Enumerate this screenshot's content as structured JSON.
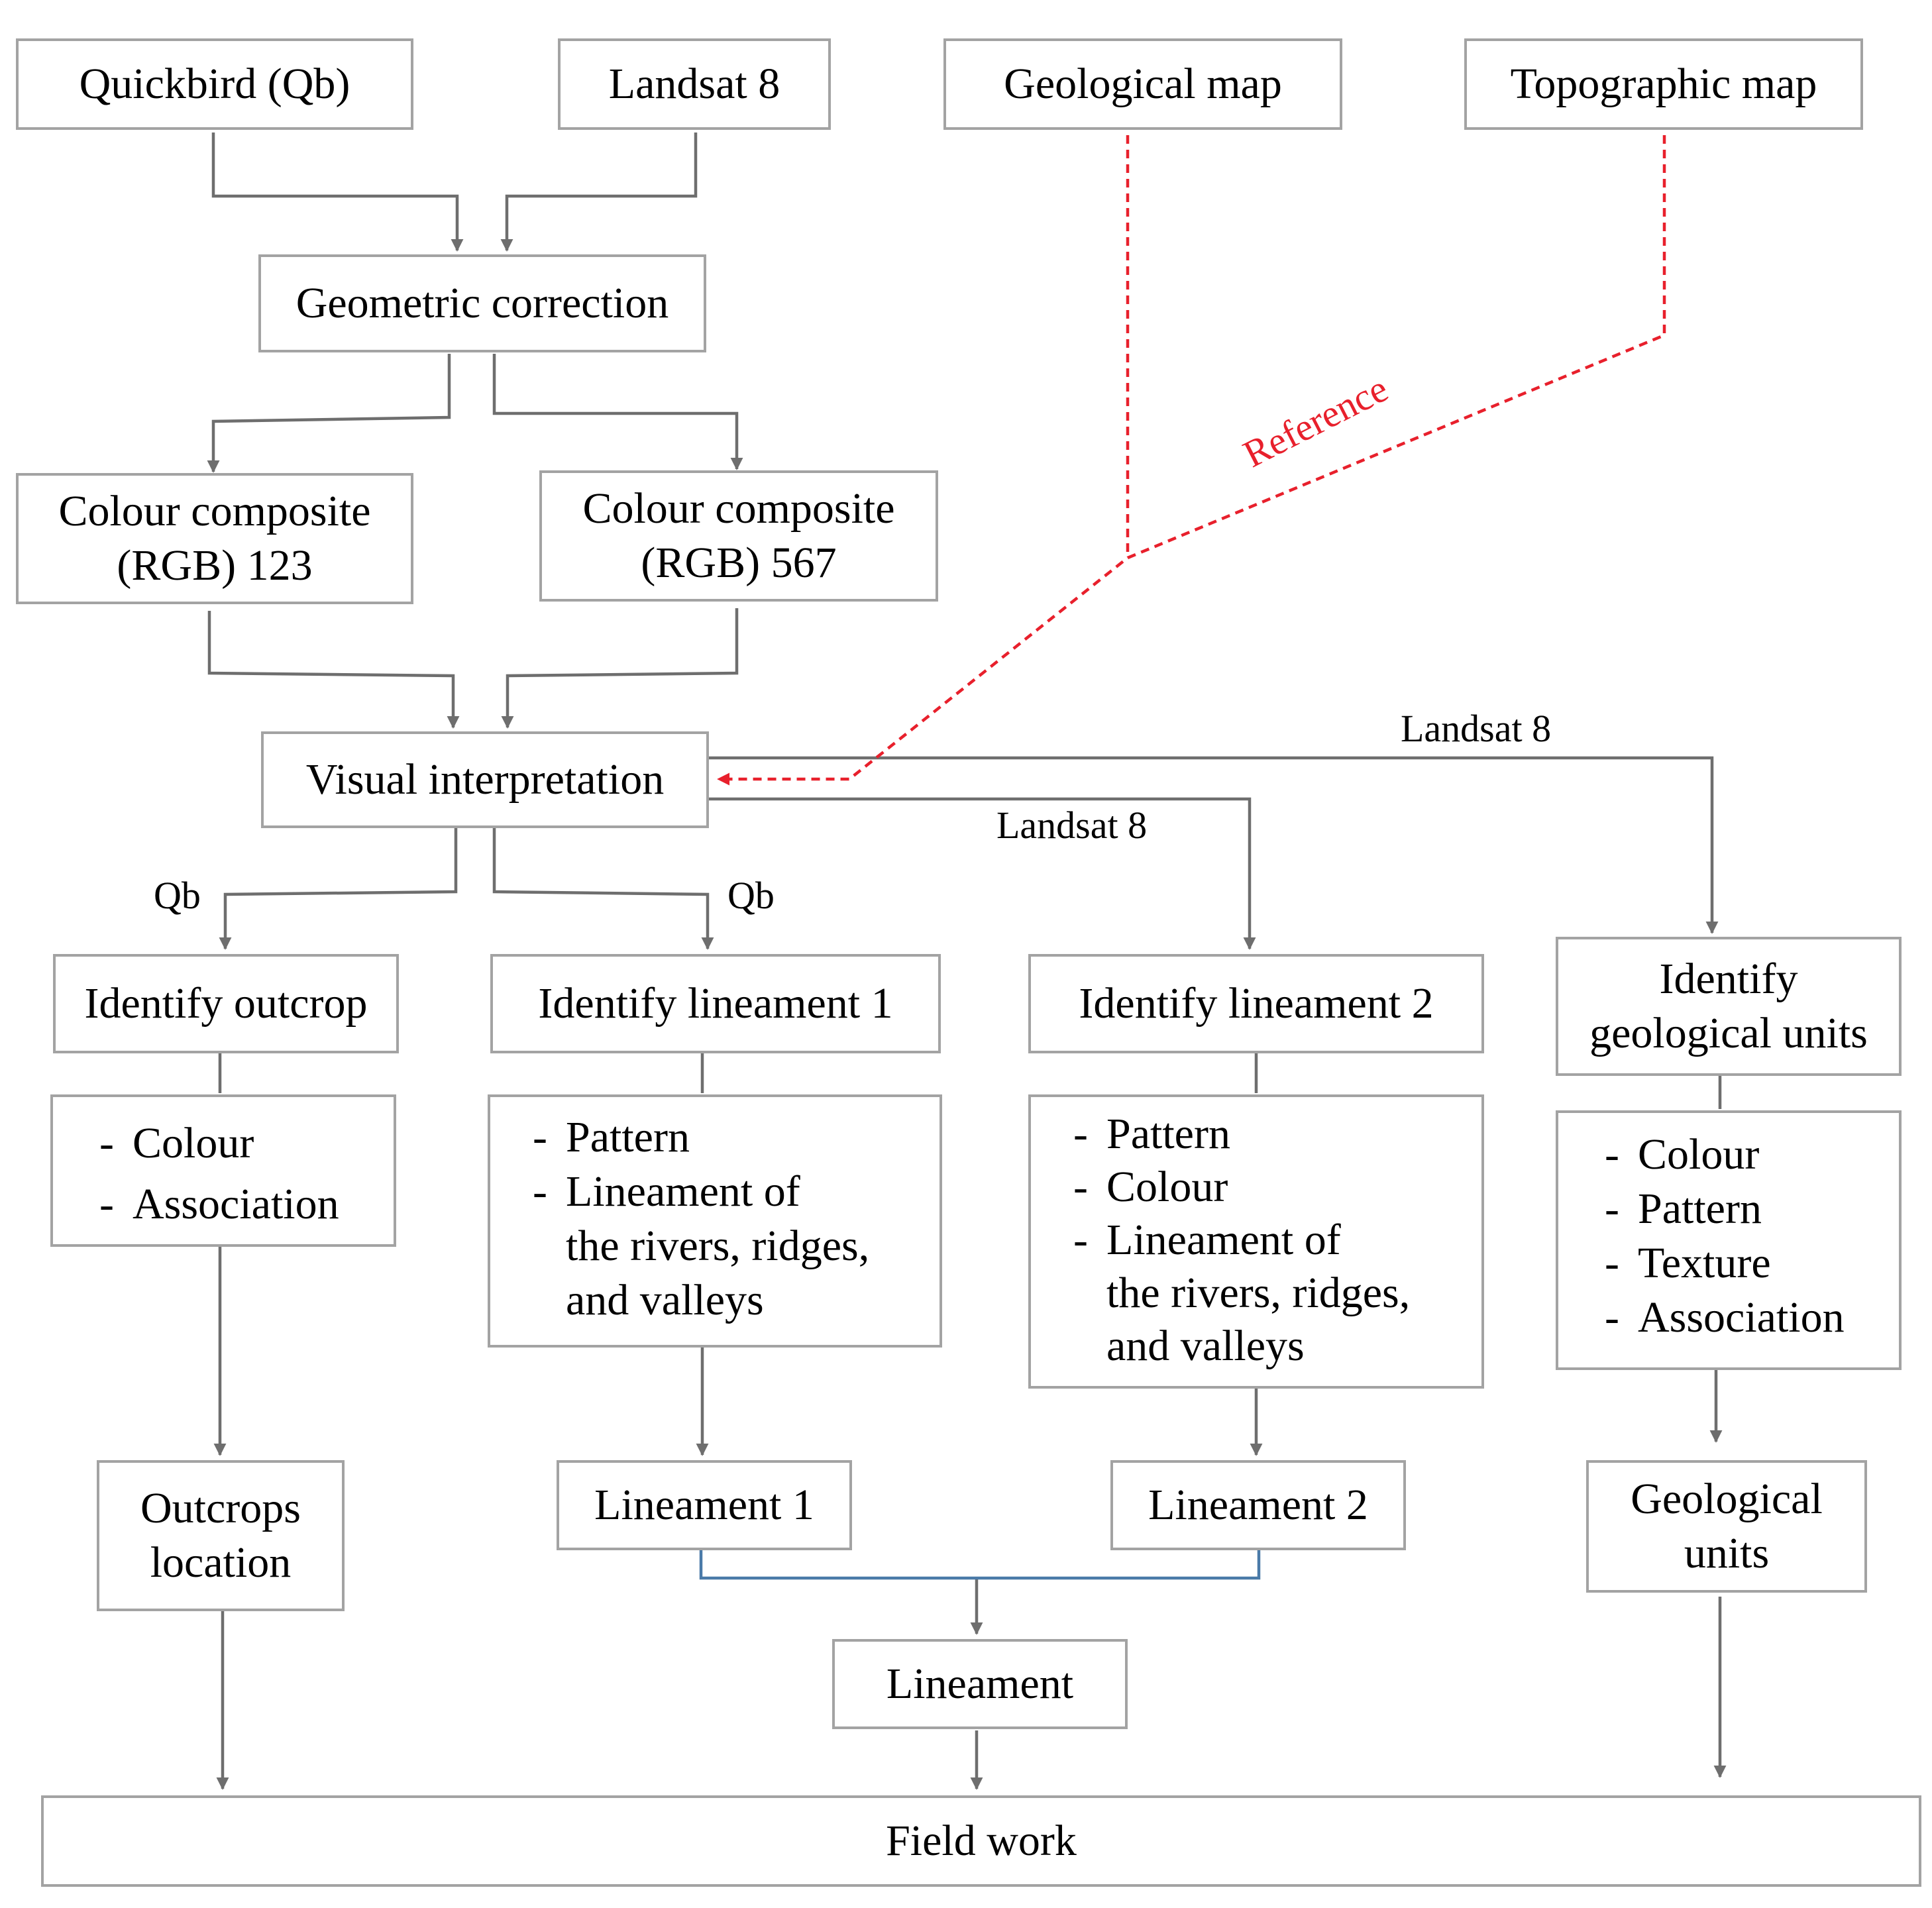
{
  "sources": {
    "quickbird": "Quickbird (Qb)",
    "landsat": "Landsat 8",
    "geological_map": "Geological map",
    "topographic_map": "Topographic map"
  },
  "processing": {
    "geometric_correction": "Geometric correction",
    "composite_123_line1": "Colour composite",
    "composite_123_line2": "(RGB) 123",
    "composite_567_line1": "Colour composite",
    "composite_567_line2": "(RGB) 567",
    "visual_interpretation": "Visual interpretation",
    "reference_label": "Reference"
  },
  "edge_labels": {
    "qb_left": "Qb",
    "qb_right": "Qb",
    "landsat_mid": "Landsat 8",
    "landsat_right": "Landsat 8"
  },
  "identify": {
    "outcrop": "Identify outcrop",
    "lineament1": "Identify lineament 1",
    "lineament2": "Identify lineament 2",
    "geo_units_line1": "Identify",
    "geo_units_line2": "geological units"
  },
  "criteria": {
    "outcrop": [
      "Colour",
      "Association"
    ],
    "lineament1": [
      "Pattern",
      "Lineament of",
      "the rivers, ridges,",
      "and valleys"
    ],
    "lineament2": [
      "Pattern",
      "Colour",
      "Lineament of",
      "the rivers, ridges,",
      "and valleys"
    ],
    "geo_units": [
      "Colour",
      "Pattern",
      "Texture",
      "Association"
    ]
  },
  "results": {
    "outcrops_line1": "Outcrops",
    "outcrops_line2": "location",
    "lineament1": "Lineament 1",
    "lineament2": "Lineament 2",
    "geo_units_line1": "Geological",
    "geo_units_line2": "units",
    "lineament": "Lineament",
    "field_work": "Field work"
  },
  "colors": {
    "connector": "#6e6e6e",
    "box_border": "#a3a3a3",
    "reference": "#e8202c",
    "merge_line": "#4a7aa8"
  }
}
